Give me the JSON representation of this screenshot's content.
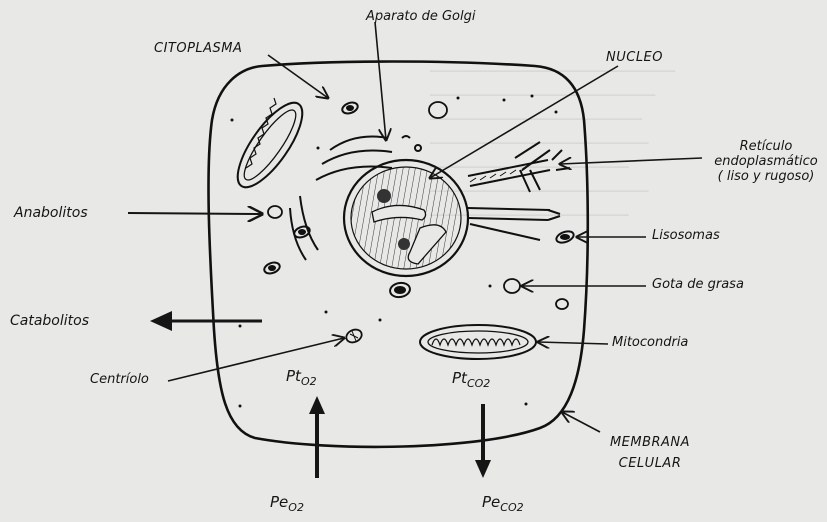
{
  "labels": {
    "golgi": "Aparato de Golgi",
    "cytoplasm": "CITOPLASMA",
    "nucleus": "NUCLEO",
    "er_line1": "Retículo",
    "er_line2": "endoplasmático",
    "er_line3": "( liso y rugoso)",
    "anabolites": "Anabolitos",
    "lysosomes": "Lisosomas",
    "fat_drop": "Gota de grasa",
    "catabolites": "Catabolitos",
    "mitochondria": "Mitocondria",
    "centriole": "Centríolo",
    "membrane_line1": "MEMBRANA",
    "membrane_line2": "CELULAR"
  },
  "gases": {
    "pt_o2_base": "Pt",
    "pt_o2_sub": "O2",
    "pt_co2_base": "Pt",
    "pt_co2_sub": "CO2",
    "pe_o2_base": "Pe",
    "pe_o2_sub": "O2",
    "pe_co2_base": "Pe",
    "pe_co2_sub": "CO2"
  }
}
